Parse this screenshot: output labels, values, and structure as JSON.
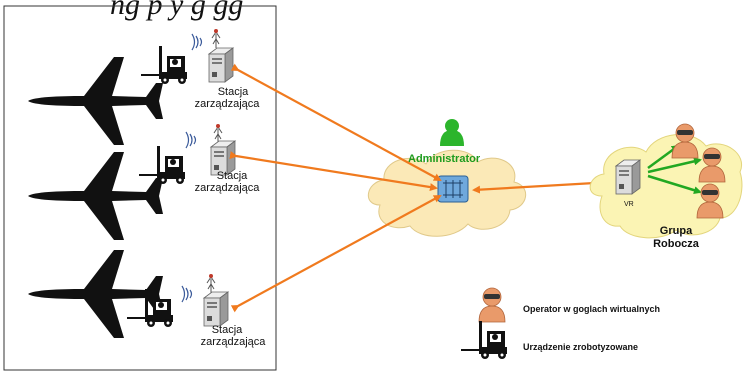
{
  "caption": "ng p                  y g gg",
  "stations": [
    {
      "label_line1": "Stacja",
      "label_line2": "zarządzająca"
    },
    {
      "label_line1": "Stacja",
      "label_line2": "zarządzająca"
    },
    {
      "label_line1": "Stacja",
      "label_line2": "zarządzająca"
    }
  ],
  "admin": {
    "label": "Administrator"
  },
  "group": {
    "label_line1": "Grupa",
    "label_line2": "Robocza",
    "vr_label": "VR"
  },
  "legend": {
    "operator_label": "Operator w goglach wirtualnych",
    "device_label": "Urządzenie zrobotyzowane"
  },
  "colors": {
    "link": "#f07a1e",
    "cloud": "#fbe9b7",
    "cloud_stroke": "#e0c98a",
    "group_cloud": "#fbf4b4",
    "admin_green": "#2cb52c",
    "operator": "#e99a6a",
    "group_arrow": "#22a822"
  }
}
